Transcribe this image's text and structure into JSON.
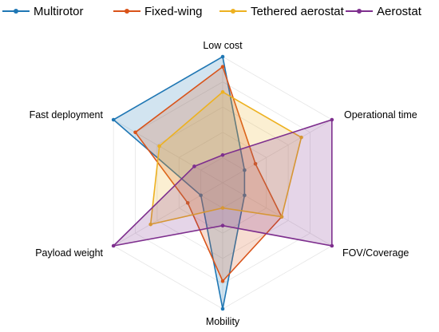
{
  "chart_data": {
    "type": "radar",
    "axes": [
      "Low cost",
      "Operational time",
      "FOV/Coverage",
      "Mobility",
      "Payload weight",
      "Fast deployment"
    ],
    "rmax": 5,
    "grid_levels": 5,
    "series": [
      {
        "name": "Multirotor",
        "color": "#1f77b4",
        "values": [
          5,
          1,
          1,
          5,
          1,
          5
        ]
      },
      {
        "name": "Fixed-wing",
        "color": "#d95319",
        "values": [
          4.6,
          1.5,
          2.7,
          3.9,
          1.6,
          4.0
        ]
      },
      {
        "name": "Tethered aerostat",
        "color": "#edb120",
        "values": [
          3.6,
          3.6,
          2.7,
          1.0,
          3.3,
          2.9
        ]
      },
      {
        "name": "Aerostat",
        "color": "#7e2f8e",
        "values": [
          1.1,
          5.0,
          5.0,
          1.7,
          5.0,
          1.3
        ]
      }
    ],
    "legend_position": "top",
    "grid": true
  }
}
